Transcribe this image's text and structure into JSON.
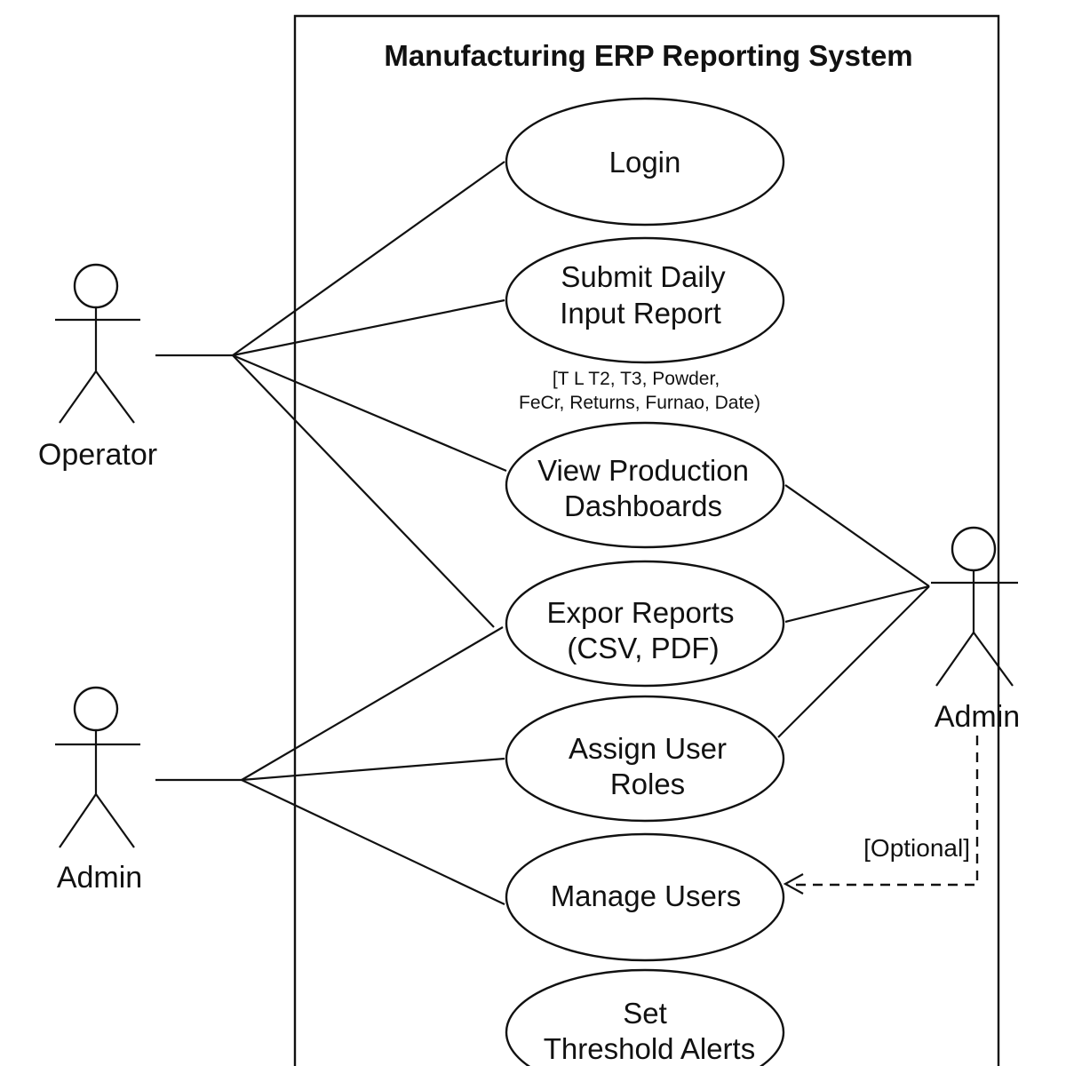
{
  "diagram": {
    "title": "Manufacturing ERP Reporting System",
    "actors": {
      "operator": "Operator",
      "admin_left": "Admin",
      "admin_right": "Admin"
    },
    "use_cases": {
      "login": [
        "Login"
      ],
      "submit": [
        "Submit Daily",
        "Input Report"
      ],
      "view": [
        "View Production",
        "Dashboards"
      ],
      "export": [
        "Expor Reports",
        "(CSV, PDF)"
      ],
      "assign": [
        "Assign User",
        "Roles"
      ],
      "manage": [
        "Manage Users"
      ],
      "alerts": [
        "Set",
        "Threshold Alerts"
      ]
    },
    "note": [
      "[T L T2, T3, Powder,",
      "FeCr, Returns, Furnao, Date)"
    ],
    "optional_label": "[Optional]"
  }
}
